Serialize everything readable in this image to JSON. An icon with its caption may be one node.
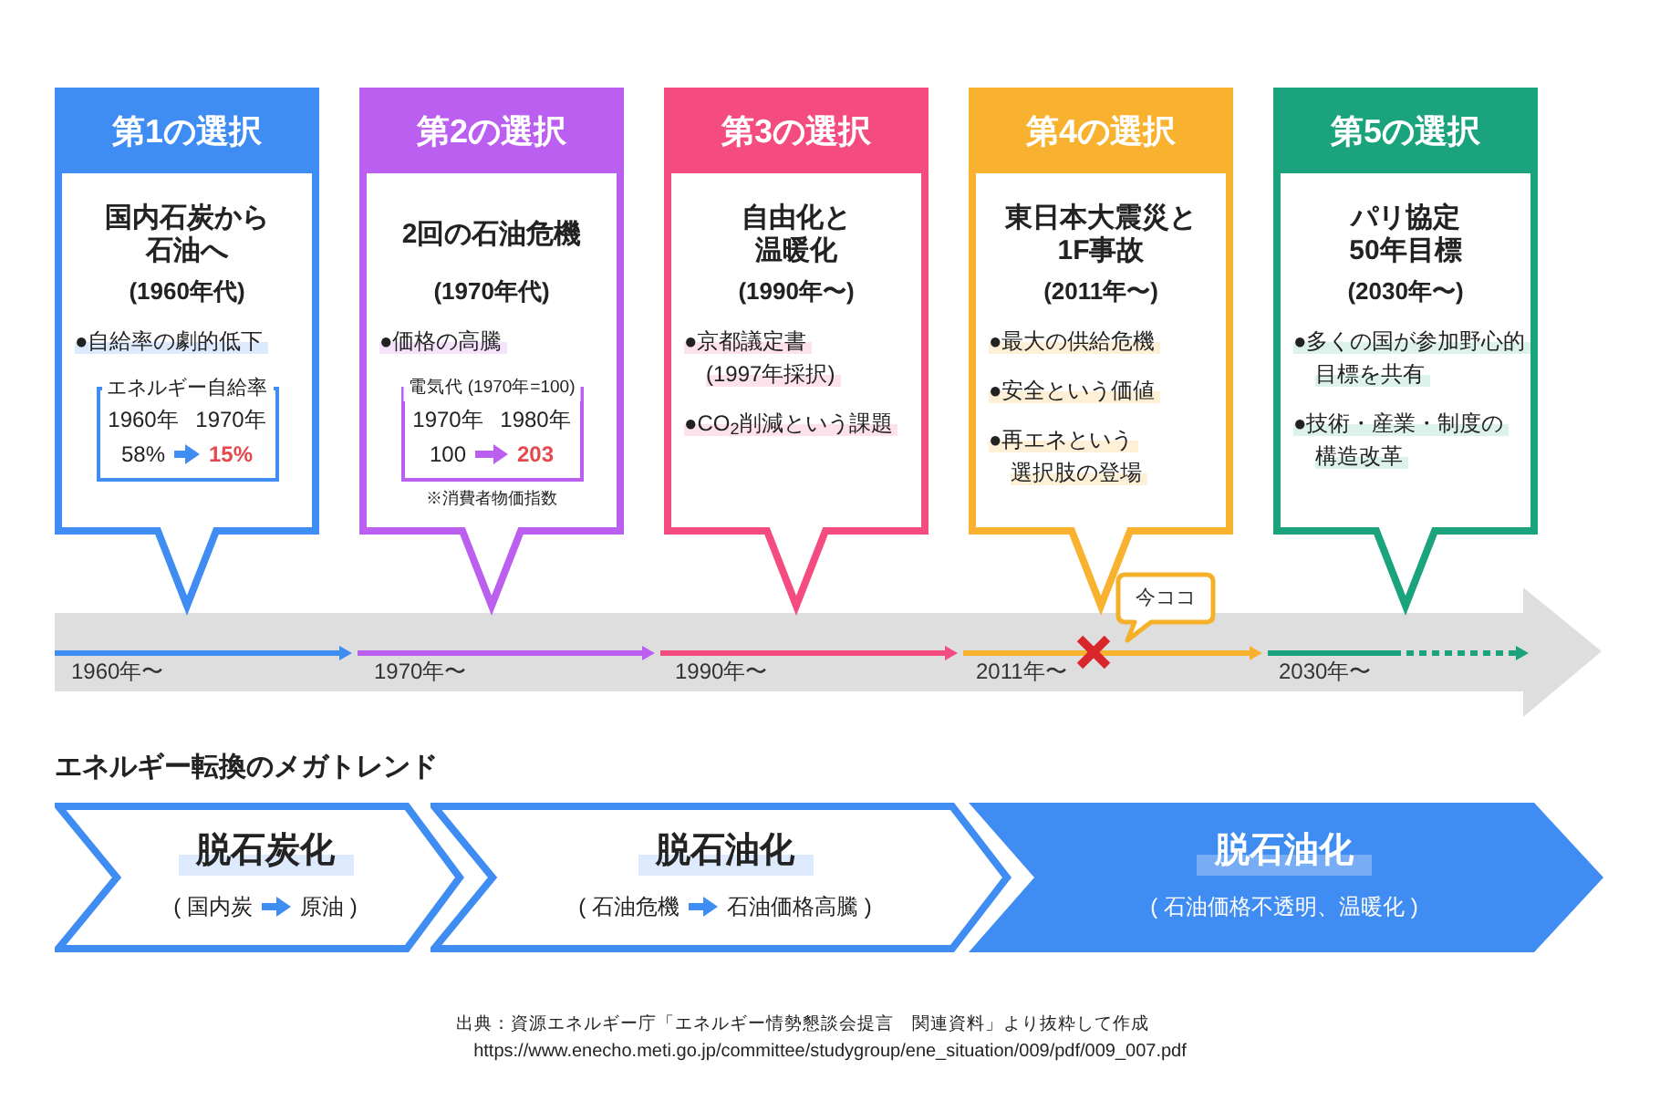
{
  "diagram": {
    "nodes": [
      {
        "text": [
          "第1の選択",
          "国内石炭から石油へ",
          "(1960年代)",
          "●自給率の劇的低下"
        ]
      },
      {
        "text": [
          "エネルギー自給率",
          "1960年",
          "1970年"
        ],
        "in": 0
      },
      {
        "text": [
          "58%"
        ],
        "in": 1
      },
      {
        "text": [
          "15%"
        ],
        "in": 1
      },
      {
        "text": [
          "第2の選択",
          "2回の石油危機",
          "(1970年代)",
          "●価格の高騰",
          "※消費者物価指数"
        ]
      },
      {
        "text": [
          "電気代 (1970年=100)",
          "1970年",
          "1980年"
        ],
        "in": 4
      },
      {
        "text": [
          "100"
        ],
        "in": 5
      },
      {
        "text": [
          "203"
        ],
        "in": 5
      },
      {
        "text": [
          "第3の選択",
          "自由化と温暖化",
          "(1990年〜)",
          "●京都議定書(1997年採択)",
          "●CO$_{2}$削減という課題"
        ]
      },
      {
        "text": [
          "第4の選択",
          "東日本大震災と1F事故",
          "(2011年〜)",
          "●最大の供給危機",
          "●安全という価値",
          "●再エネという選択肢の登場"
        ]
      },
      {
        "text": [
          "第5の選択",
          "パリ協定50年目標",
          "(2030年〜)",
          "●多くの国が参加野心的目標を共有",
          "●技術・産業・制度の構造改革"
        ]
      },
      {
        "text": [
          "1960年〜",
          "1970年〜",
          "1990年〜",
          "2011年〜",
          "2030年〜"
        ]
      },
      {
        "text": [
          "今ココ"
        ]
      },
      {
        "text": [
          "脱石炭化"
        ]
      },
      {
        "text": [
          "( 国内炭"
        ],
        "in": 13
      },
      {
        "text": [
          "原油 )"
        ],
        "in": 13
      },
      {
        "text": [
          "脱石油化"
        ]
      },
      {
        "text": [
          "( 石油危機"
        ],
        "in": 16
      },
      {
        "text": [
          "石油価格高騰 )"
        ],
        "in": 16
      },
      {
        "text": [
          "脱石油化",
          "( 石油価格不透明、温暖化 )"
        ]
      }
    ],
    "edges": [
      {
        "from": 2,
        "to": 3,
        "arrow": "to"
      },
      {
        "from": 6,
        "to": 7,
        "arrow": "to",
        "color": "#bb5ff0"
      },
      {
        "from": 14,
        "to": 15,
        "arrow": "to"
      },
      {
        "from": 17,
        "to": 18,
        "arrow": "to"
      }
    ],
    "labels": [
      "エネルギー転換のメガトレンド",
      "出典：資源エネルギー庁「エネルギー情勢懇談会提言　関連資料」より抜粋して作成",
      "https://www.enecho.meti.go.jp/committee/studygroup/ene_situation/009/pdf/009_007.pdf"
    ]
  }
}
